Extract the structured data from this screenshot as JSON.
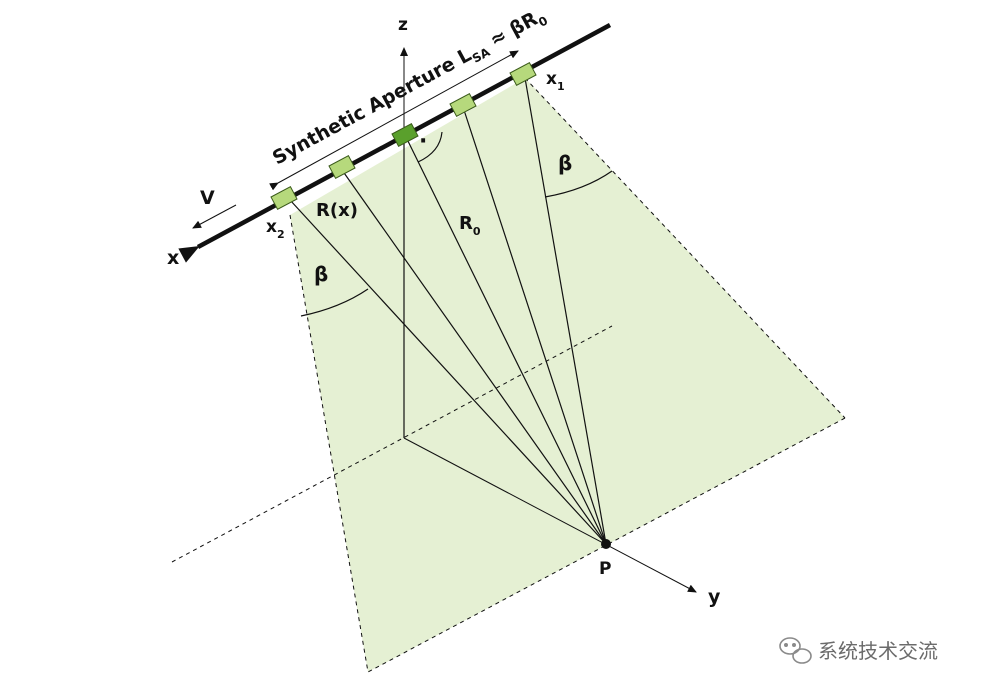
{
  "labels": {
    "z": "z",
    "x": "x",
    "y": "y",
    "v": "V",
    "p": "P",
    "x1_base": "x",
    "x1_sub": "1",
    "x2_base": "x",
    "x2_sub": "2",
    "rx": "R(x)",
    "r0_base": "R",
    "r0_sub": "0",
    "beta_left": "β",
    "beta_right": "β",
    "perp_dot": "·",
    "aperture_pre": "Synthetic Aperture L",
    "aperture_sub": "SA",
    "aperture_mid": " ≈ βR",
    "aperture_sub2": "0"
  },
  "watermark": {
    "text": "系统技术交流",
    "icon": "wechat-chat-bubbles-icon"
  },
  "colors": {
    "beam_fill": "#e5f0d3",
    "antenna_light": "#b6d97c",
    "antenna_dark": "#5aa02c",
    "line": "#111111",
    "watermark": "#6b6b6b"
  }
}
